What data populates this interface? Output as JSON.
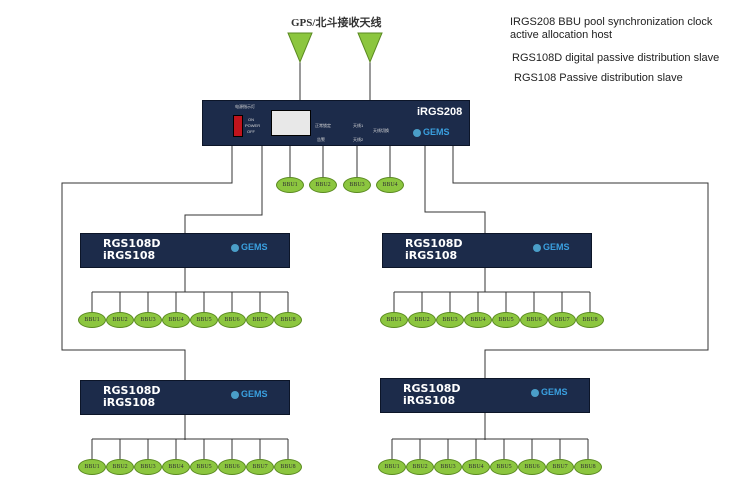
{
  "antenna_label": "GPS/北斗接收天线",
  "legend": [
    "IRGS208 BBU pool synchronization clock active allocation host",
    "RGS108D digital passive distribution slave",
    "RGS108 Passive distribution slave"
  ],
  "main_unit": {
    "model": "iRGS208",
    "logo": "GEMS",
    "power_indicator": "电源指示灯",
    "power_on": "ON",
    "power": "POWER",
    "power_off": "OFF",
    "lock": "正常锁定",
    "alarm": "告警",
    "ant1": "天线1",
    "ant2": "天线2",
    "ant_switch": "天线切换",
    "bbus": [
      "BBU1",
      "BBU2",
      "BBU3",
      "BBU4"
    ]
  },
  "slave_units": [
    {
      "line1": "RGS108D",
      "line2": "iRGS108",
      "logo": "GEMS"
    },
    {
      "line1": "RGS108D",
      "line2": "iRGS108",
      "logo": "GEMS"
    },
    {
      "line1": "RGS108D",
      "line2": "iRGS108",
      "logo": "GEMS"
    },
    {
      "line1": "RGS108D",
      "line2": "iRGS108",
      "logo": "GEMS"
    }
  ],
  "slave_bbus": [
    "BBU1",
    "BBU2",
    "BBU3",
    "BBU4",
    "BBU5",
    "BBU6",
    "BBU7",
    "BBU8"
  ],
  "colors": {
    "unit": "#1c2b4a",
    "bbu": "#8cc63f",
    "antenna": "#8cc63f"
  }
}
